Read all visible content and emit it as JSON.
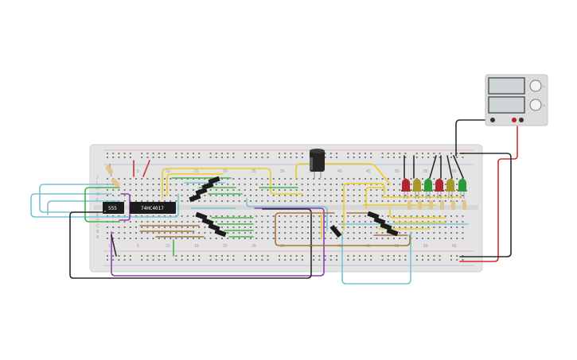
{
  "components": {
    "ic_555": {
      "label": "555"
    },
    "ic_4017": {
      "label": "74HC4017"
    }
  },
  "breadboard": {
    "column_numbers": [
      "1",
      "5",
      "10",
      "15",
      "20",
      "25",
      "30",
      "35",
      "40",
      "45",
      "50",
      "55",
      "60"
    ],
    "row_letters_top": [
      "J",
      "I",
      "H",
      "G",
      "F"
    ],
    "row_letters_bottom": [
      "E",
      "D",
      "C",
      "B",
      "A"
    ]
  },
  "power_supply": {
    "labels": [
      "+",
      "-",
      "V",
      "A"
    ]
  },
  "leds": [
    "#b3262d",
    "#a6992a",
    "#2c9a3a",
    "#b3262d",
    "#a6992a",
    "#2c9a3a"
  ],
  "colors": {
    "board": "#e4e4e4",
    "wire_yellow": "#f0cc1e",
    "wire_green": "#43b54a",
    "wire_blue": "#79c3d6",
    "wire_brown": "#a8743c",
    "wire_purple": "#8f3fb0",
    "wire_red": "#d92b2b",
    "wire_black": "#2b2b2b"
  }
}
